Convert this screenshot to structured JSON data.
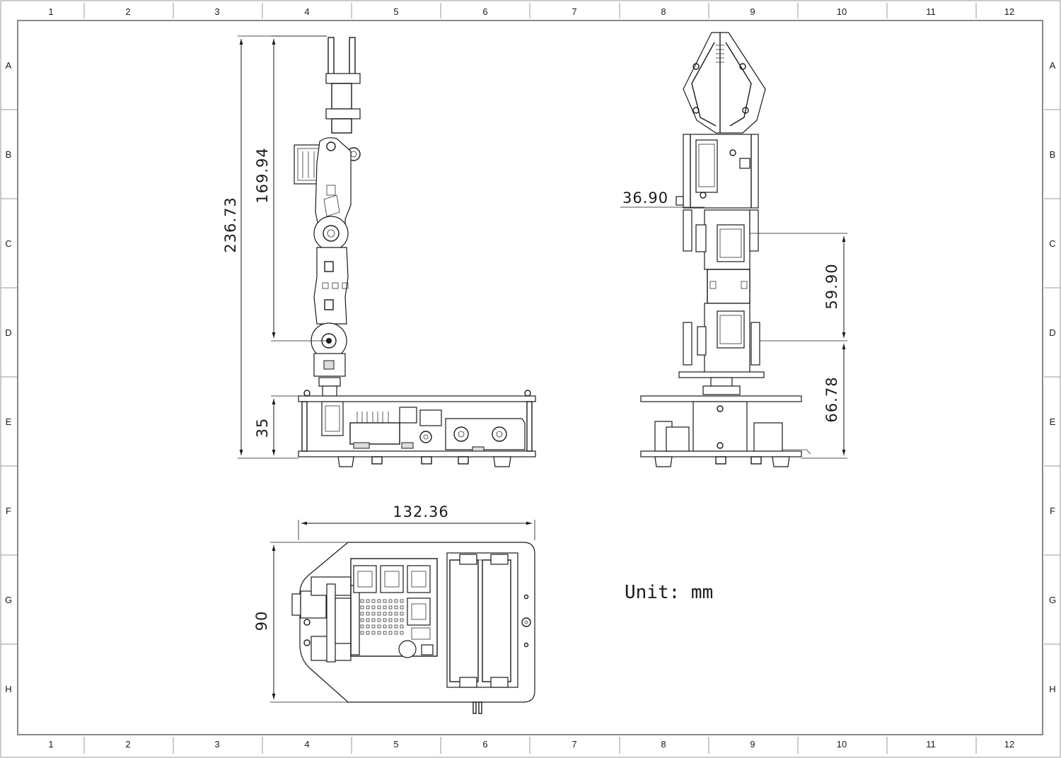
{
  "frame": {
    "col_labels": [
      "1",
      "2",
      "3",
      "4",
      "5",
      "6",
      "7",
      "8",
      "9",
      "10",
      "11",
      "12"
    ],
    "row_labels": [
      "A",
      "B",
      "C",
      "D",
      "E",
      "F",
      "G",
      "H"
    ]
  },
  "dimensions": {
    "overall_height": "236.73",
    "arm_height": "169.94",
    "base_height": "35",
    "top_offset": "36.90",
    "joint_spacing": "59.90",
    "lower_height": "66.78",
    "base_width": "132.36",
    "base_depth": "90"
  },
  "unit_label": "Unit: mm"
}
